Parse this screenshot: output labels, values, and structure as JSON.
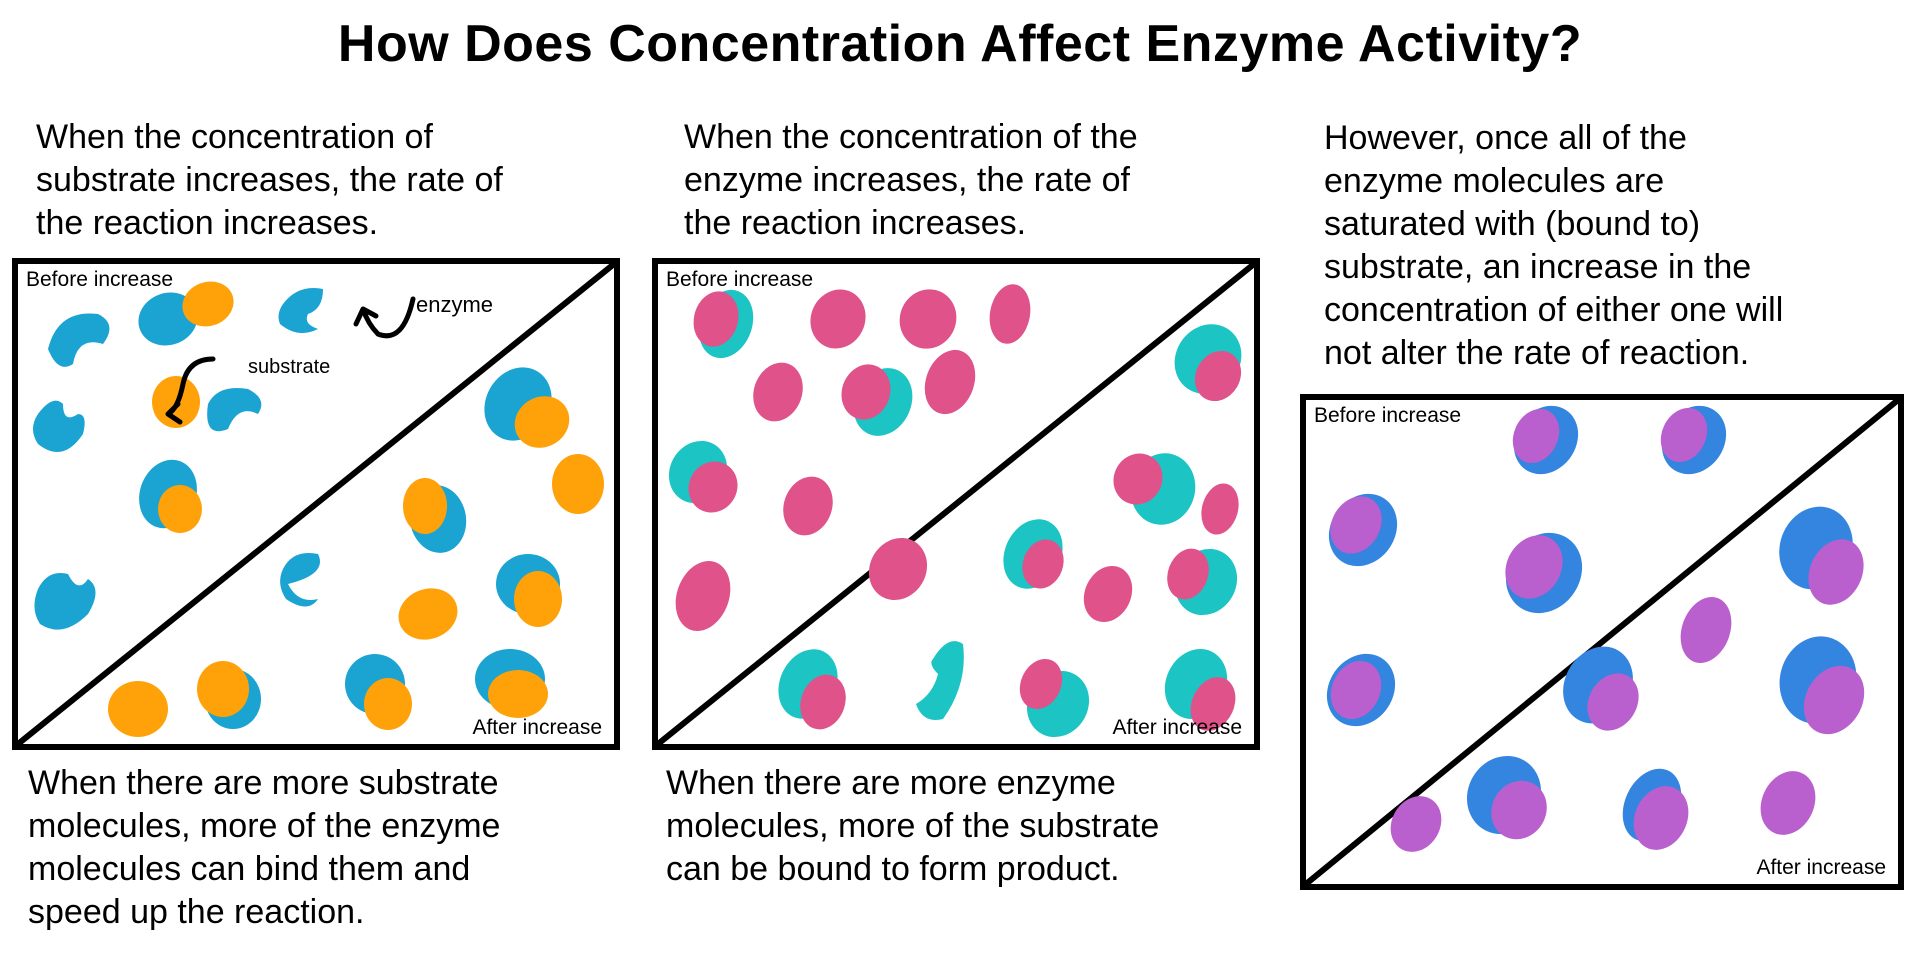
{
  "title": "How Does Concentration Affect Enzyme Activity?",
  "colors": {
    "panel1_enzyme": "#1BA3D2",
    "panel1_substrate": "#FFA20A",
    "panel2_enzyme": "#1CC4C4",
    "panel2_substrate": "#E0528A",
    "panel3_enzyme": "#3385E0",
    "panel3_substrate": "#BA5FCE"
  },
  "panels": [
    {
      "top_caption": "When the concentration of\nsubstrate increases, the rate of\nthe reaction increases.",
      "before_label": "Before increase",
      "after_label": "After increase",
      "annotations": {
        "enzyme": "enzyme",
        "substrate": "substrate"
      },
      "bottom_caption": "When there are more substrate\nmolecules, more of the enzyme\nmolecules can bind them and\nspeed up the reaction."
    },
    {
      "top_caption": "When the concentration of the\nenzyme increases, the rate of\nthe reaction increases.",
      "before_label": "Before increase",
      "after_label": "After increase",
      "bottom_caption": "When there are more enzyme\nmolecules, more of the substrate\ncan be bound to form product."
    },
    {
      "top_caption": "However, once all of the\nenzyme molecules are\nsaturated with (bound to)\nsubstrate, an increase in the\nconcentration of either one will\nnot alter the rate of reaction.",
      "before_label": "Before increase",
      "after_label": "After increase"
    }
  ]
}
